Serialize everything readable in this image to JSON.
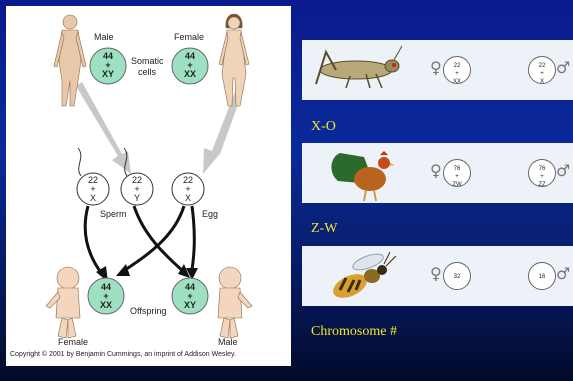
{
  "figure": {
    "male_label": "Male",
    "female_label": "Female",
    "somatic_label": "Somatic cells",
    "male_somatic": {
      "top": "44",
      "plus": "+",
      "bottom": "XY"
    },
    "female_somatic": {
      "top": "44",
      "plus": "+",
      "bottom": "XX"
    },
    "gametes": [
      {
        "top": "22",
        "plus": "+",
        "bottom": "X"
      },
      {
        "top": "22",
        "plus": "+",
        "bottom": "Y"
      },
      {
        "top": "22",
        "plus": "+",
        "bottom": "X"
      }
    ],
    "sperm_label": "Sperm",
    "egg_label": "Egg",
    "offspring_label": "Offspring",
    "offspring_female": {
      "top": "44",
      "plus": "+",
      "bottom": "XX"
    },
    "offspring_male": {
      "top": "44",
      "plus": "+",
      "bottom": "XY"
    },
    "offspring_female_label": "Female",
    "offspring_male_label": "Male",
    "copyright": "Copyright © 2001 by Benjamin Cummings, an imprint of Addison Wesley."
  },
  "strips": [
    {
      "label": "X-O",
      "female_cell": [
        "22",
        "+",
        "XX"
      ],
      "male_cell": [
        "22",
        "+",
        "X"
      ]
    },
    {
      "label": "Z-W",
      "female_cell": [
        "76",
        "+",
        "ZW"
      ],
      "male_cell": [
        "76",
        "+",
        "ZZ"
      ]
    },
    {
      "label": "Chromosome #",
      "female_cell": [
        "32"
      ],
      "male_cell": [
        "16"
      ]
    }
  ],
  "symbols": {
    "female": "♀",
    "male": "♂"
  },
  "colors": {
    "background": "#0a1a8c",
    "label_text": "#f2ea28",
    "somatic_cell": "#9ee0c2",
    "arrow": "#cccccc"
  }
}
